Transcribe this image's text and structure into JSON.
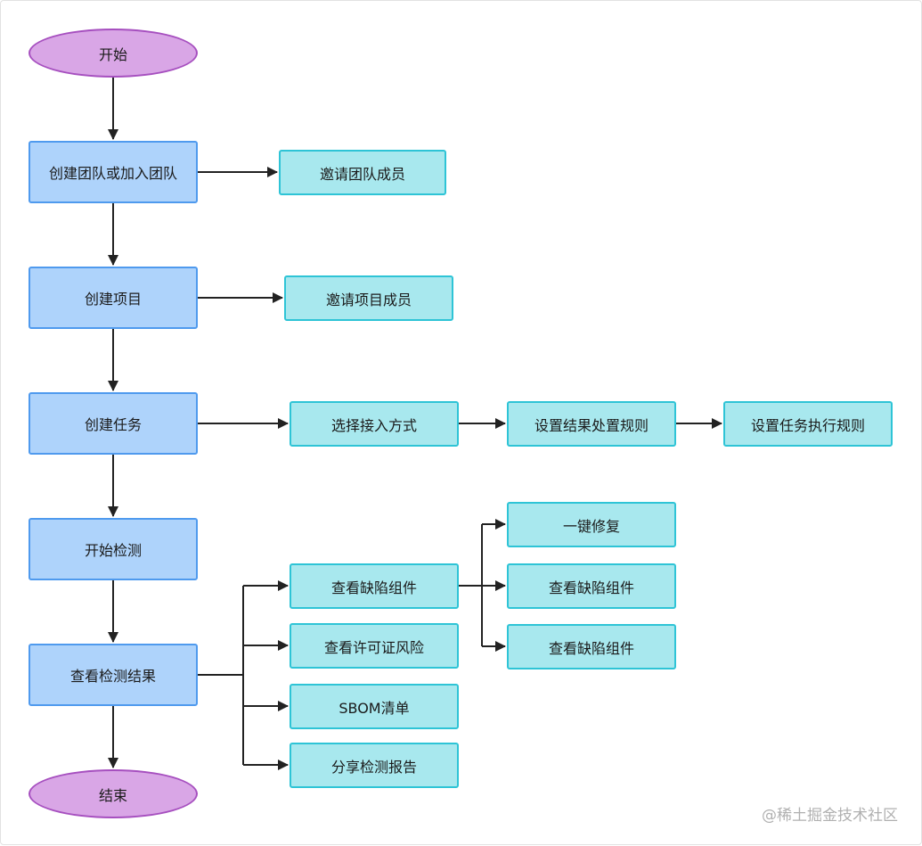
{
  "flowchart": {
    "start": "开始",
    "create_team": "创建团队或加入团队",
    "invite_team": "邀请团队成员",
    "create_project": "创建项目",
    "invite_project": "邀请项目成员",
    "create_task": "创建任务",
    "access_method": "选择接入方式",
    "result_rules": "设置结果处置规则",
    "exec_rules": "设置任务执行规则",
    "start_scan": "开始检测",
    "view_results": "查看检测结果",
    "view_defects": "查看缺陷组件",
    "license_risk": "查看许可证风险",
    "sbom": "SBOM清单",
    "share_report": "分享检测报告",
    "one_click_fix": "一键修复",
    "view_defects_2": "查看缺陷组件",
    "view_defects_3": "查看缺陷组件",
    "end": "结束"
  },
  "watermark": "@稀土掘金技术社区",
  "colors": {
    "terminal_fill": "#d9a6e6",
    "terminal_border": "#a64fbf",
    "main_fill": "#aed3fb",
    "main_border": "#4f9aee",
    "side_fill": "#a8e8ee",
    "side_border": "#2ec4d6",
    "edge": "#222222"
  }
}
